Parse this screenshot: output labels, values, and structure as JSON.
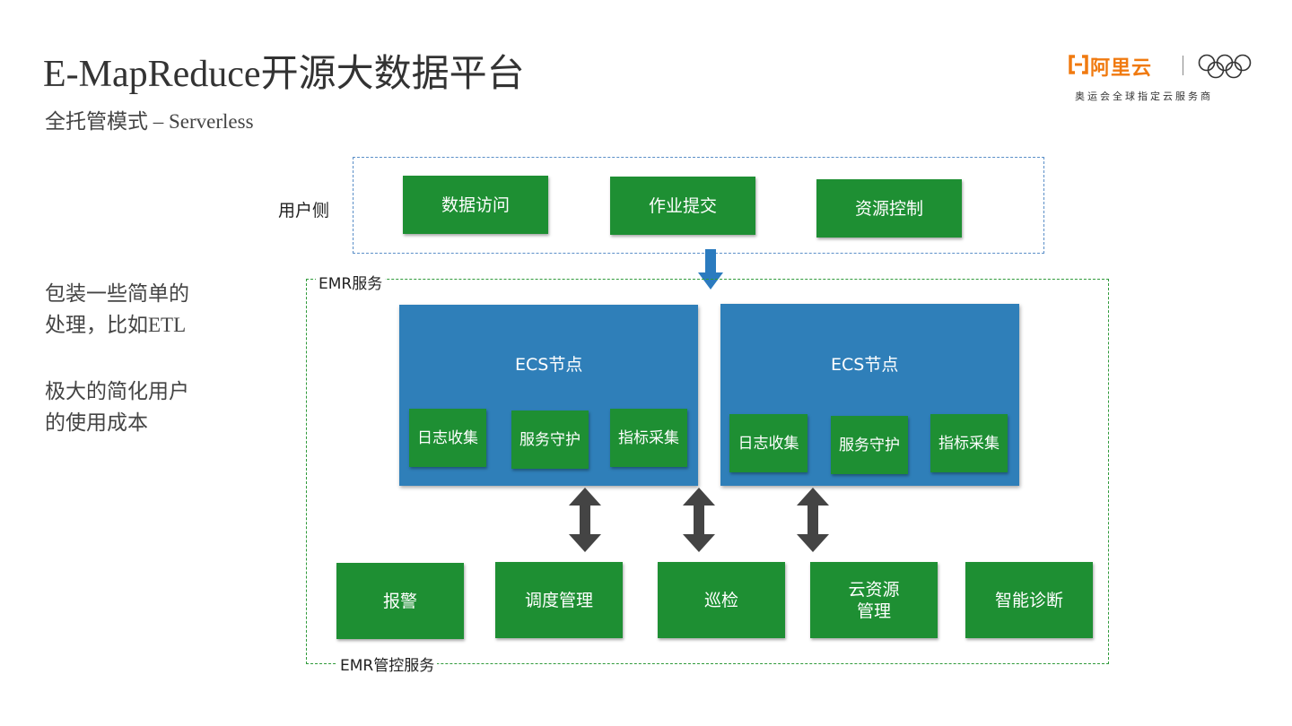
{
  "header": {
    "title": "E-MapReduce开源大数据平台",
    "subtitle": "全托管模式 – Serverless"
  },
  "logo": {
    "brand": "阿里云",
    "slogan": "奥运会全球指定云服务商"
  },
  "sidenotes": {
    "note1_line1": "包装一些简单的",
    "note1_line2": "处理，比如ETL",
    "note2_line1": "极大的简化用户",
    "note2_line2": "的使用成本"
  },
  "user_side": {
    "label": "用户侧",
    "buttons": [
      "数据访问",
      "作业提交",
      "资源控制"
    ]
  },
  "emr_service": {
    "label": "EMR服务",
    "nodes": [
      {
        "title": "ECS节点",
        "components": [
          "日志收集",
          "服务守护",
          "指标采集"
        ]
      },
      {
        "title": "ECS节点",
        "components": [
          "日志收集",
          "服务守护",
          "指标采集"
        ]
      }
    ]
  },
  "emr_control": {
    "label": "EMR管控服务",
    "buttons": [
      "报警",
      "调度管理",
      "巡检",
      "云资源\n管理",
      "智能诊断"
    ]
  },
  "colors": {
    "green": "#1e8f33",
    "blue": "#2f7fb9",
    "arrow_blue": "#2b7bbf",
    "arrow_gray": "#444444",
    "logo_orange": "#f07a10"
  }
}
